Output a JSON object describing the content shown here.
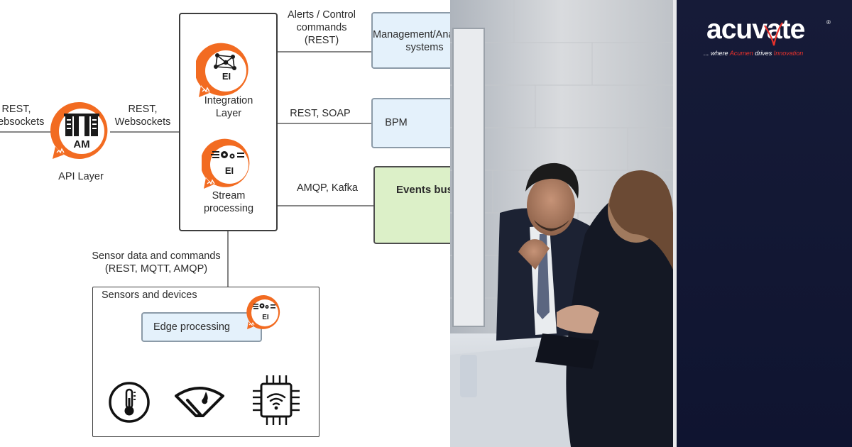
{
  "diagram": {
    "api_layer": {
      "in_label": [
        "REST,",
        "Websockets"
      ],
      "out_label": [
        "REST,",
        "Websockets"
      ],
      "badge": "AM",
      "label": "API Layer"
    },
    "integration": {
      "badge": "EI",
      "label": [
        "Integration",
        "Layer"
      ]
    },
    "stream": {
      "badge": "EI",
      "label": [
        "Stream",
        "processing"
      ]
    },
    "connections": {
      "management": [
        "Alerts / Control",
        "commands",
        "(REST)"
      ],
      "bpm": "REST, SOAP",
      "events": "AMQP, Kafka",
      "sensors": [
        "Sensor data and commands",
        "(REST, MQTT, AMQP)"
      ]
    },
    "targets": {
      "management": [
        "Management/Analytics",
        "systems"
      ],
      "bpm": "BPM",
      "events": "Events bus"
    },
    "sensors_box": {
      "title": "Sensors and devices",
      "edge": "Edge processing",
      "edge_badge": "EI",
      "devices": [
        "thermometer-icon",
        "gauge-icon",
        "chip-wifi-icon"
      ]
    },
    "colors": {
      "accent": "#f26b21",
      "wire": "#3d3d3d",
      "blue": "#e4f1fb",
      "green": "#dcf0c8"
    }
  },
  "brand": {
    "logo_pre": "acu",
    "logo_v": "v",
    "logo_post": "ate",
    "reg": "®",
    "tag_1": "... where ",
    "tag_acumen": "Acumen",
    "tag_2": " drives ",
    "tag_innovation": "Innovation",
    "colors": {
      "bg": "#141a36",
      "red": "#e8322c"
    }
  }
}
